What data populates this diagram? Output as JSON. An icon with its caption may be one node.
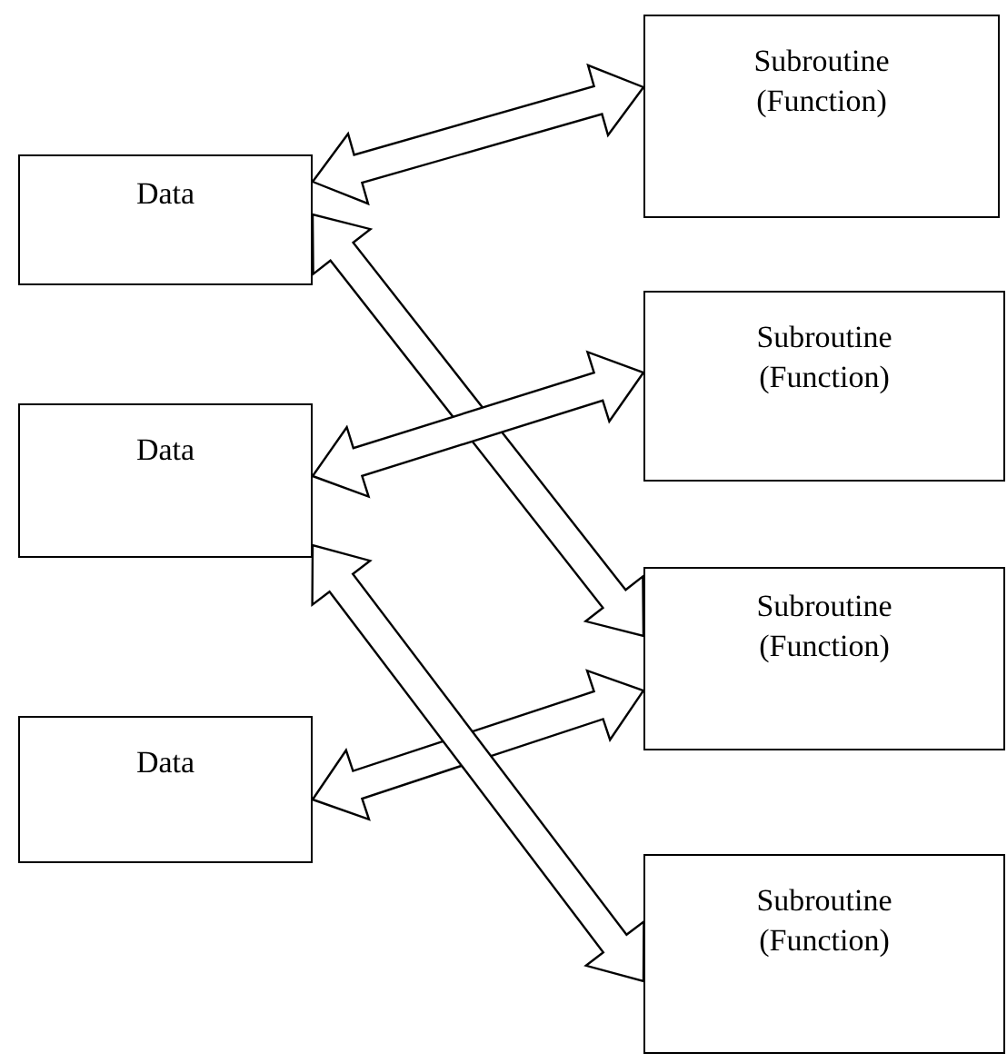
{
  "diagram": {
    "nodes": [
      {
        "text": [
          "Subroutine (Function)"
        ]
      },
      {
        "text": [
          "Data"
        ]
      },
      {
        "text": [
          "Subroutine (Function)"
        ]
      },
      {
        "text": [
          "Data"
        ]
      },
      {
        "text": [
          "Subroutine (Function)"
        ]
      },
      {
        "text": [
          "Data"
        ]
      },
      {
        "text": [
          "Subroutine (Function)"
        ]
      }
    ],
    "edges": [
      {
        "from": 1,
        "to": 0,
        "arrow": "both"
      },
      {
        "from": 1,
        "to": 4,
        "arrow": "both"
      },
      {
        "from": 3,
        "to": 2,
        "arrow": "both"
      },
      {
        "from": 5,
        "to": 4,
        "arrow": "both"
      },
      {
        "from": 3,
        "to": 6,
        "arrow": "both"
      }
    ]
  }
}
